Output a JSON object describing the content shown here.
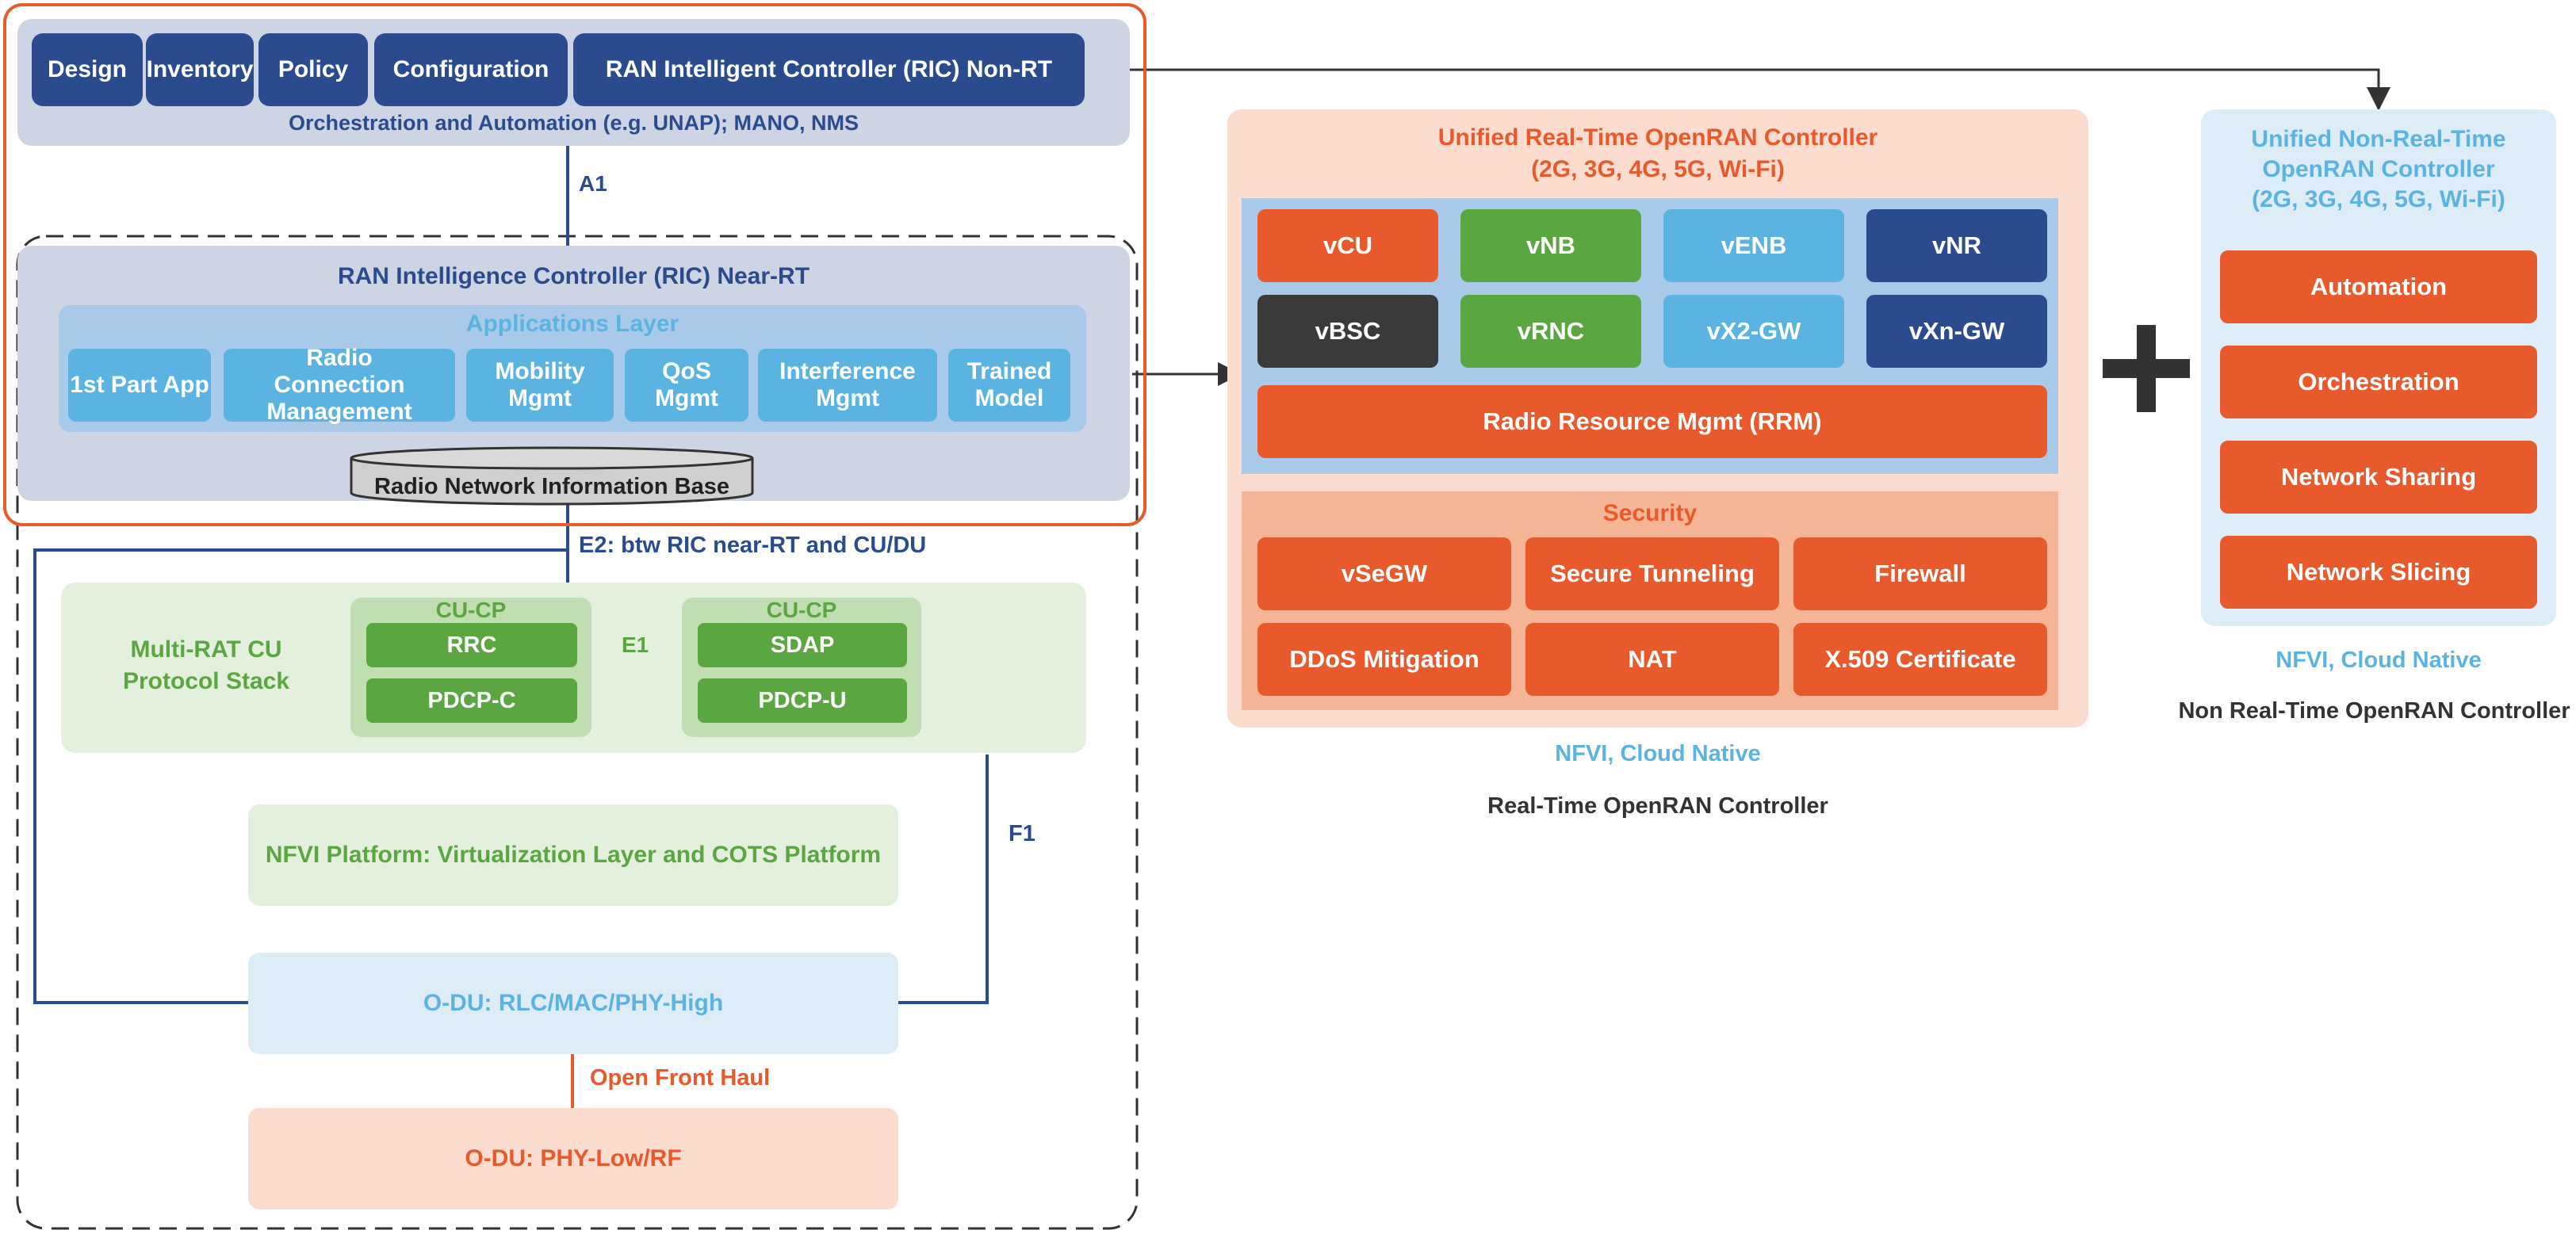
{
  "orchestration": {
    "tabs": [
      "Design",
      "Inventory",
      "Policy",
      "Configuration",
      "RAN Intelligent Controller (RIC) Non-RT"
    ],
    "caption": "Orchestration and Automation (e.g. UNAP); MANO, NMS"
  },
  "links": {
    "a1": "A1",
    "e2": "E2: btw RIC near-RT and CU/DU",
    "e1": "E1",
    "f1": "F1",
    "fronthaul": "Open Front Haul"
  },
  "ric_near_rt": {
    "title": "RAN Intelligence Controller (RIC) Near-RT",
    "apps_title": "Applications Layer",
    "apps": [
      "1st Part App",
      "Radio Connection Management",
      "Mobility Mgmt",
      "QoS Mgmt",
      "Interference Mgmt",
      "Trained Model"
    ],
    "rnib": "Radio Network Information Base"
  },
  "cu": {
    "label": "Multi-RAT CU Protocol Stack",
    "cp_title": "CU-CP",
    "cp_items": [
      "RRC",
      "PDCP-C"
    ],
    "up_title": "CU-CP",
    "up_items": [
      "SDAP",
      "PDCP-U"
    ]
  },
  "nfvi_platform": "NFVI Platform: Virtualization Layer and COTS Platform",
  "odu_high": "O-DU: RLC/MAC/PHY-High",
  "odu_low": "O-DU: PHY-Low/RF",
  "rt_controller": {
    "title_line1": "Unified Real-Time OpenRAN Controller",
    "title_line2": "(2G, 3G, 4G, 5G, Wi-Fi)",
    "functions": [
      "vCU",
      "vNB",
      "vENB",
      "vNR",
      "vBSC",
      "vRNC",
      "vX2-GW",
      "vXn-GW"
    ],
    "rrm": "Radio Resource Mgmt (RRM)",
    "security_title": "Security",
    "security": [
      "vSeGW",
      "Secure Tunneling",
      "Firewall",
      "DDoS Mitigation",
      "NAT",
      "X.509 Certificate"
    ],
    "nfvi": "NFVI, Cloud Native",
    "caption": "Real-Time OpenRAN Controller"
  },
  "plus_symbol": "+",
  "nrt_controller": {
    "title_line1": "Unified Non-Real-Time",
    "title_line2": "OpenRAN Controller",
    "title_line3": "(2G, 3G, 4G, 5G, Wi-Fi)",
    "items": [
      "Automation",
      "Orchestration",
      "Network Sharing",
      "Network Slicing"
    ],
    "nfvi": "NFVI, Cloud Native",
    "caption": "Non Real-Time OpenRAN Controller"
  },
  "colors": {
    "navy": "#2a4b8d",
    "orange": "#e8592c",
    "green": "#5aa742",
    "light_blue": "#5ab3e0",
    "dark": "#3a3a3a"
  }
}
